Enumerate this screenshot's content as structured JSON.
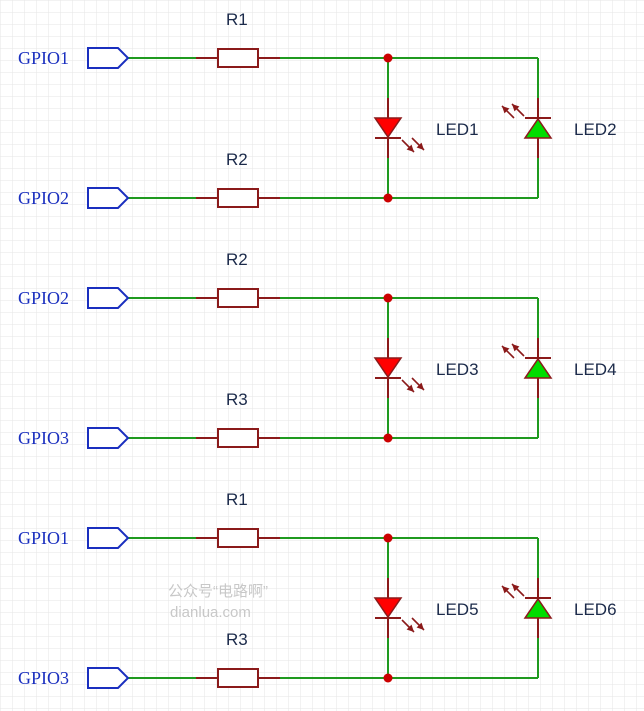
{
  "colors": {
    "grid": "#e6e6e6",
    "wire": "#1f9a1f",
    "resistor": "#8b1a1a",
    "junction": "#cc0000",
    "port": "#1a2fbf",
    "led_red": "#ff0000",
    "led_green": "#00dd00",
    "label": "#1b2a4a"
  },
  "watermark": {
    "line1": "公众号“电路啊”",
    "line2": "dianlua.com"
  },
  "circuits": [
    {
      "top_port": "GPIO1",
      "top_resistor": "R1",
      "bottom_port": "GPIO2",
      "bottom_resistor": "R2",
      "left_led": {
        "label": "LED1",
        "color": "red"
      },
      "right_led": {
        "label": "LED2",
        "color": "green"
      }
    },
    {
      "top_port": "GPIO2",
      "top_resistor": "R2",
      "bottom_port": "GPIO3",
      "bottom_resistor": "R3",
      "left_led": {
        "label": "LED3",
        "color": "red"
      },
      "right_led": {
        "label": "LED4",
        "color": "green"
      }
    },
    {
      "top_port": "GPIO1",
      "top_resistor": "R1",
      "bottom_port": "GPIO3",
      "bottom_resistor": "R3",
      "left_led": {
        "label": "LED5",
        "color": "red"
      },
      "right_led": {
        "label": "LED6",
        "color": "green"
      }
    }
  ]
}
